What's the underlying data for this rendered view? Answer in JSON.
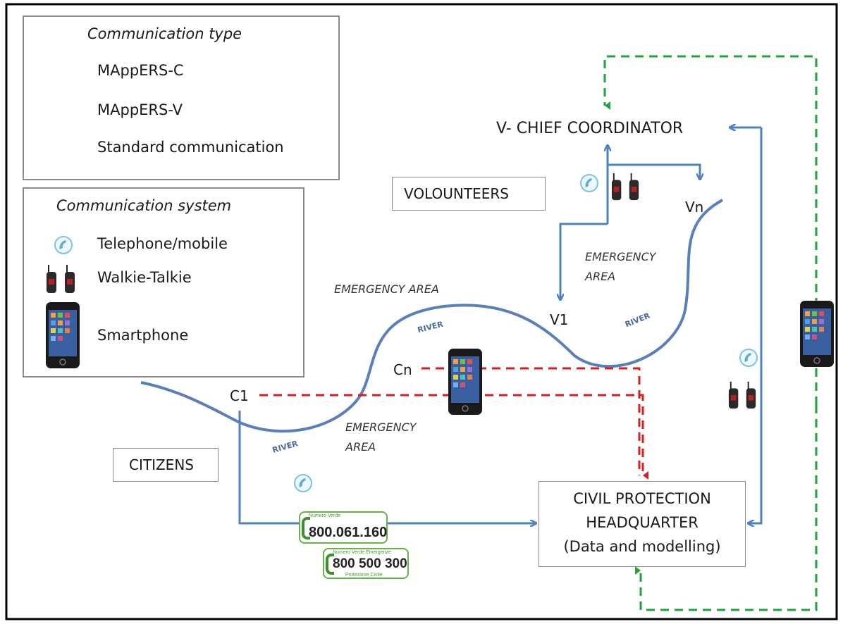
{
  "legend_type": {
    "title": "Communication type",
    "items": [
      {
        "label": "MAppERS-C",
        "color": "#d42020",
        "style": "dashed"
      },
      {
        "label": "MAppERS-V",
        "color": "#22a23c",
        "style": "dashed"
      },
      {
        "label": "Standard communication",
        "color": "#4f81bd",
        "style": "solid"
      }
    ]
  },
  "legend_system": {
    "title": "Communication system",
    "items": [
      {
        "label": "Telephone/mobile",
        "icon": "telephone-icon"
      },
      {
        "label": "Walkie-Talkie",
        "icon": "walkie-talkie-icon"
      },
      {
        "label": "Smartphone",
        "icon": "smartphone-icon"
      }
    ]
  },
  "nodes": {
    "chief": "V- CHIEF COORDINATOR",
    "volunteers": "VOLOUNTEERS",
    "citizens": "CITIZENS",
    "hq_line1": "CIVIL PROTECTION",
    "hq_line2": "HEADQUARTER",
    "hq_line3": "(Data and modelling)",
    "v1": "V1",
    "vn": "Vn",
    "c1": "C1",
    "cn": "Cn"
  },
  "areas": {
    "top": "EMERGENCY AREA",
    "right_line1": "EMERGENCY",
    "right_line2": "AREA",
    "bottom_line1": "EMERGENCY",
    "bottom_line2": "AREA"
  },
  "river_label": "RIVER",
  "numbers": {
    "green_small": "Numero Verde",
    "green_main": "800.061.160",
    "emergency_small": "Numero Verde Emergenze",
    "emergency_main": "800 500 300",
    "emergency_sub": "Protezione Civile"
  },
  "colors": {
    "mappers_c": "#d42020",
    "mappers_v": "#22a23c",
    "standard": "#4f81bd",
    "river": "#5b7fb8"
  }
}
